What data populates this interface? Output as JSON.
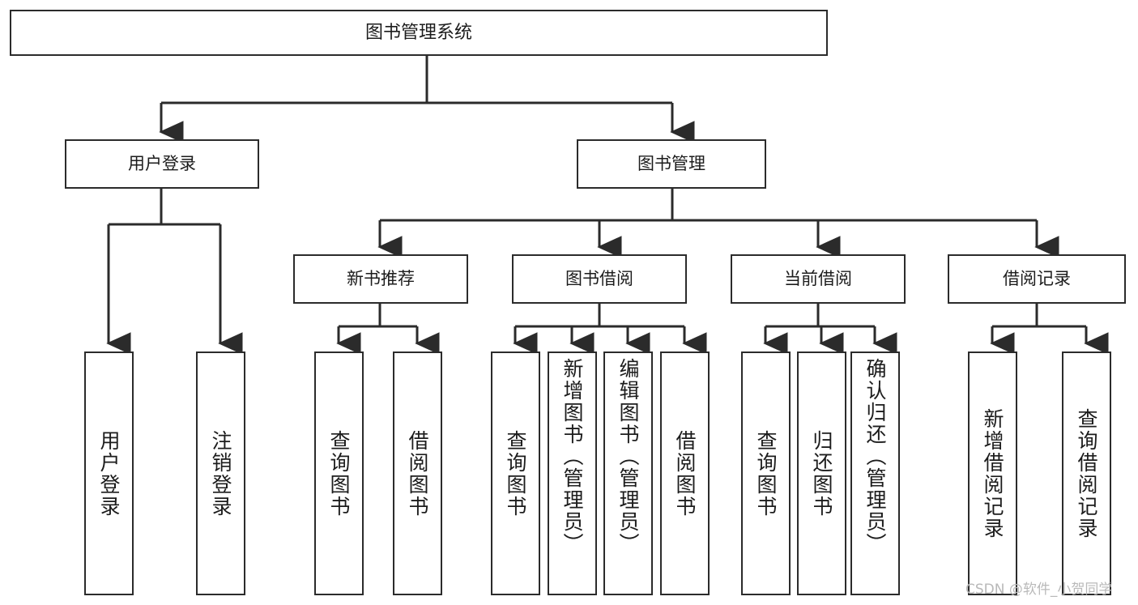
{
  "diagram": {
    "type": "tree-hierarchy-chart",
    "title": "图书管理系统",
    "line_color": "#2b2b2b",
    "box_fill": "#ffffff",
    "text_color": "#1c1c1c",
    "background": "#ffffff",
    "nodes": {
      "root": {
        "label": "图书管理系统"
      },
      "tier1": [
        {
          "label": "用户登录"
        },
        {
          "label": "图书管理"
        }
      ],
      "tier2": [
        {
          "label": "新书推荐"
        },
        {
          "label": "图书借阅"
        },
        {
          "label": "当前借阅"
        },
        {
          "label": "借阅记录"
        }
      ],
      "leaves": {
        "user_login": [
          {
            "label": "用户登录"
          },
          {
            "label": "注销登录"
          }
        ],
        "new_book_recommend": [
          {
            "label": "查询图书"
          },
          {
            "label": "借阅图书"
          }
        ],
        "book_borrow": [
          {
            "label": "查询图书"
          },
          {
            "label": "新增图书（管理员）"
          },
          {
            "label": "编辑图书（管理员）"
          },
          {
            "label": "借阅图书"
          }
        ],
        "current_borrow": [
          {
            "label": "查询图书"
          },
          {
            "label": "归还图书"
          },
          {
            "label": "确认归还（管理员）"
          }
        ],
        "borrow_record": [
          {
            "label": "新增借阅记录"
          },
          {
            "label": "查询借阅记录"
          }
        ]
      }
    }
  },
  "watermark": {
    "text": "CSDN @软件_小贺同学"
  }
}
